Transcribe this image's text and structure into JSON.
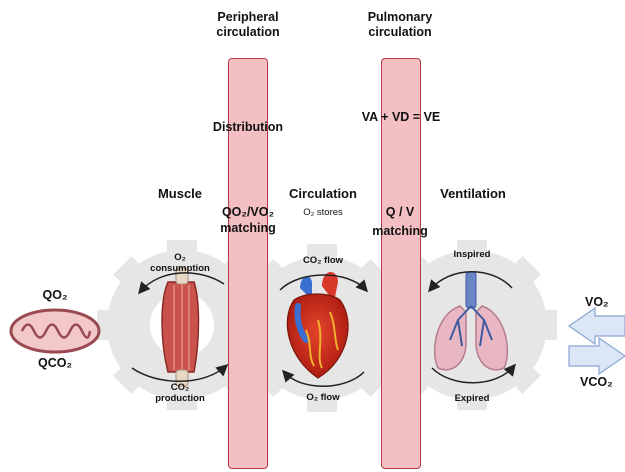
{
  "headers": {
    "peripheral": [
      "Peripheral",
      "circulation"
    ],
    "pulmonary": [
      "Pulmonary",
      "circulation"
    ]
  },
  "peripheral_labels": {
    "distribution": "Distribution",
    "matching_1": "QO₂/VO₂",
    "matching_2": "matching"
  },
  "pulmonary_labels": {
    "equation": "VA + VD = VE",
    "ratio": "Q / V",
    "matching": "matching"
  },
  "stages": {
    "muscle": "Muscle",
    "circulation": "Circulation",
    "o2_stores": "O₂ stores",
    "ventilation": "Ventilation"
  },
  "arrow_labels": {
    "o2_consumption": [
      "O₂",
      "consumption"
    ],
    "co2_production": [
      "CO₂",
      "production"
    ],
    "co2_flow": "CO₂ flow",
    "o2_flow": "O₂ flow",
    "inspired": "Inspired",
    "expired": "Expired"
  },
  "mitochondrion": {
    "qo2": "QO₂",
    "qco2": "QCO₂"
  },
  "airway": {
    "vo2": "VO₂",
    "vco2": "VCO₂"
  },
  "colors": {
    "column_fill": "#f3bfc2",
    "column_border": "#b43a45",
    "gear": "#e6e6e6",
    "airway_arrow": "#dbe6f6"
  }
}
